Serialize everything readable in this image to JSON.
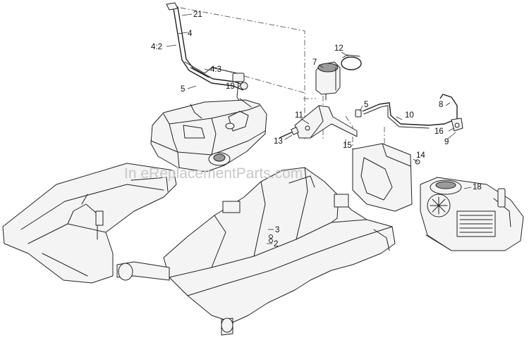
{
  "watermark": "In eReplacementParts.com",
  "callouts": [
    {
      "id": "c21",
      "label": "21"
    },
    {
      "id": "c4",
      "label": "4"
    },
    {
      "id": "c4-2",
      "label": "4:2"
    },
    {
      "id": "c4-3",
      "label": "4:3"
    },
    {
      "id": "c5a",
      "label": "5"
    },
    {
      "id": "c19",
      "label": "19"
    },
    {
      "id": "c12",
      "label": "12"
    },
    {
      "id": "c7",
      "label": "7"
    },
    {
      "id": "c5b",
      "label": "5"
    },
    {
      "id": "c11",
      "label": "11"
    },
    {
      "id": "c10",
      "label": "10"
    },
    {
      "id": "c8",
      "label": "8"
    },
    {
      "id": "c13",
      "label": "13"
    },
    {
      "id": "c15",
      "label": "15"
    },
    {
      "id": "c16",
      "label": "16"
    },
    {
      "id": "c9",
      "label": "9"
    },
    {
      "id": "c14",
      "label": "14"
    },
    {
      "id": "c18",
      "label": "18"
    },
    {
      "id": "c3",
      "label": "3"
    },
    {
      "id": "c2",
      "label": "2"
    }
  ]
}
